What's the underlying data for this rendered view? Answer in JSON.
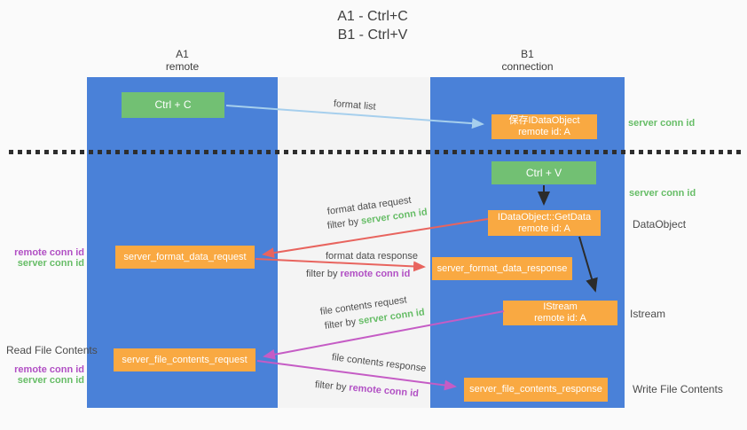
{
  "title": {
    "line1": "A1 - Ctrl+C",
    "line2": "B1 - Ctrl+V"
  },
  "lanes": {
    "a": {
      "title": "A1",
      "subtitle": "remote"
    },
    "b": {
      "title": "B1",
      "subtitle": "connection"
    }
  },
  "nodes": {
    "ctrl_c": {
      "label": "Ctrl + C"
    },
    "ctrl_v": {
      "label": "Ctrl + V"
    },
    "save_dataobject": {
      "line1": "保存IDataObject",
      "line2": "remote id: A"
    },
    "getdata": {
      "line1": "IDataObject::GetData",
      "line2": "remote id: A"
    },
    "istream": {
      "line1": "IStream",
      "line2": "remote id: A"
    },
    "format_request": {
      "label": "server_format_data_request"
    },
    "format_response": {
      "label": "server_format_data_response"
    },
    "file_request": {
      "label": "server_file_contents_request"
    },
    "file_response": {
      "label": "server_file_contents_response"
    }
  },
  "annotations": {
    "server_conn_id_top": "server conn id",
    "server_conn_id_mid": "server conn id",
    "dataobject": "DataObject",
    "istream": "Istream",
    "read_file_contents": "Read File Contents",
    "write_file_contents": "Write File Contents",
    "format_pair": {
      "remote": "remote conn id",
      "server": "server conn id"
    },
    "file_pair": {
      "remote": "remote conn id",
      "server": "server conn id"
    }
  },
  "flow_labels": {
    "format_list": "format list",
    "format_data_request": "format data request",
    "format_data_response": "format data response",
    "file_contents_request": "file contents request",
    "file_contents_response": "file contents response",
    "filter_by": "filter by",
    "server_conn_id": "server conn id",
    "remote_conn_id": "remote conn id"
  },
  "colors": {
    "column_blue": "#4a81d8",
    "node_orange": "#f9a942",
    "node_green": "#72c073",
    "arrow_red": "#e8645e",
    "arrow_magenta": "#c55cc5",
    "arrow_light_blue": "#a6cfed",
    "arrow_black": "#2b2b2b",
    "text_green": "#67bd67",
    "text_purple": "#b14fc4",
    "text_gray": "#4b4b4b"
  }
}
